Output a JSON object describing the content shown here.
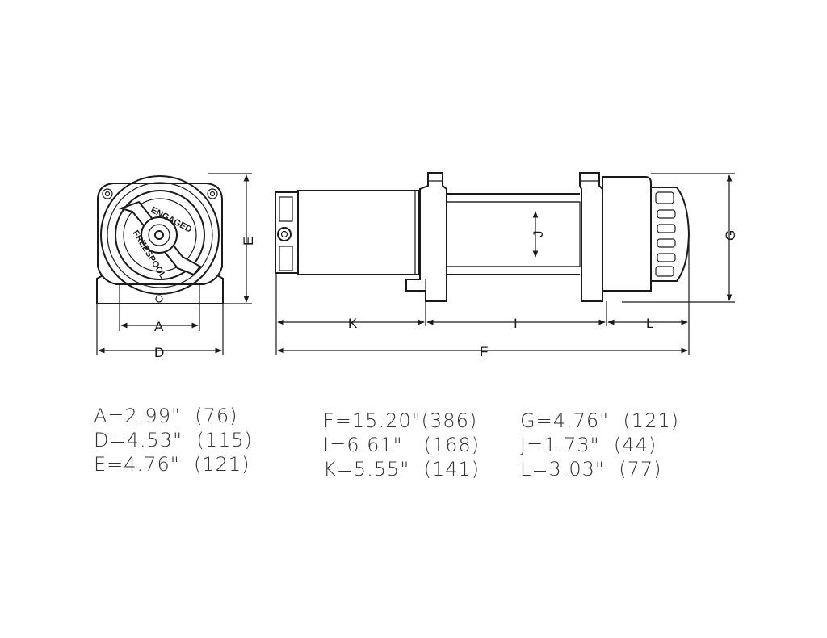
{
  "diagram": {
    "dimension_labels": {
      "A": "A",
      "D": "D",
      "E": "E",
      "F": "F",
      "G": "G",
      "I": "I",
      "J": "J",
      "K": "K",
      "L": "L"
    },
    "knob_labels": {
      "engaged": "ENGAGED",
      "freespool": "FREESPOOL"
    }
  },
  "specs": {
    "left": [
      "A=2.99\"  (76)",
      "D=4.53\"  (115)",
      "E=4.76\"  (121)"
    ],
    "middle": [
      "F=15.20\"(386)",
      "I=6.61\"   (168)",
      "K=5.55\"  (141)"
    ],
    "right": [
      "G=4.76\"  (121)",
      "J=1.73\"  (44)",
      "L=3.03\"  (77)"
    ]
  }
}
